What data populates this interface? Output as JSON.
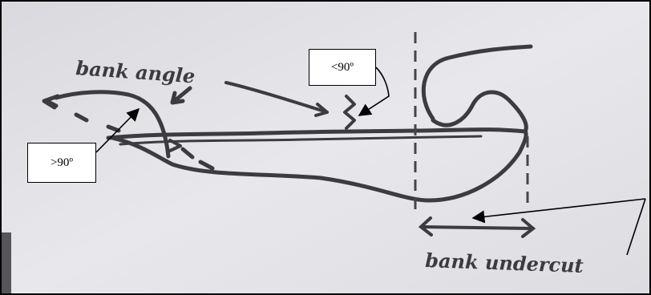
{
  "diagram": {
    "handwritten": {
      "bank_angle": "bank angle",
      "bank_undercut": "bank undercut"
    },
    "callouts": {
      "less_than": "<90º",
      "greater_than": ">90º"
    },
    "colors": {
      "paper": "#e6e6ea",
      "ink": "#3c3c40",
      "frame": "#000000"
    }
  }
}
